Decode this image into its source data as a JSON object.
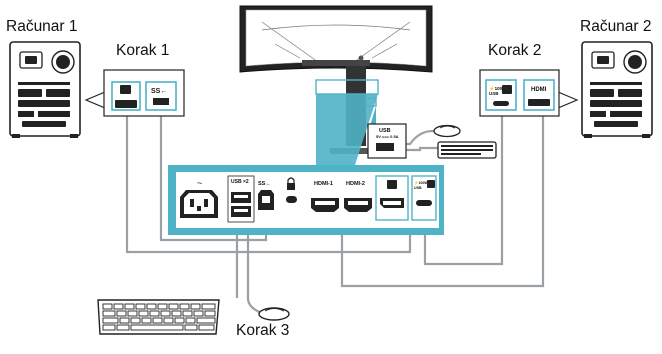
{
  "labels": {
    "computer_left": "Računar 1",
    "computer_right": "Računar 2",
    "step1": "Korak 1",
    "step2": "Korak 2",
    "step3": "Korak 3"
  },
  "ports": {
    "ac": "~",
    "usb_x2": "USB ×2",
    "ss": "SS",
    "hdmi1": "HDMI-1",
    "hdmi2": "HDMI-2",
    "usbc_pd": "≠100W USB",
    "hdmi_box": "HDMI",
    "usb_small": "USB",
    "usb_small_sub": "5V === 0.5A",
    "usbc_box": "≠100W USB"
  },
  "colors": {
    "panel": "#4fb3c7",
    "cable": "#9aa0a3",
    "highlight": "#4fb3c7",
    "dark": "#2a2a2a"
  }
}
